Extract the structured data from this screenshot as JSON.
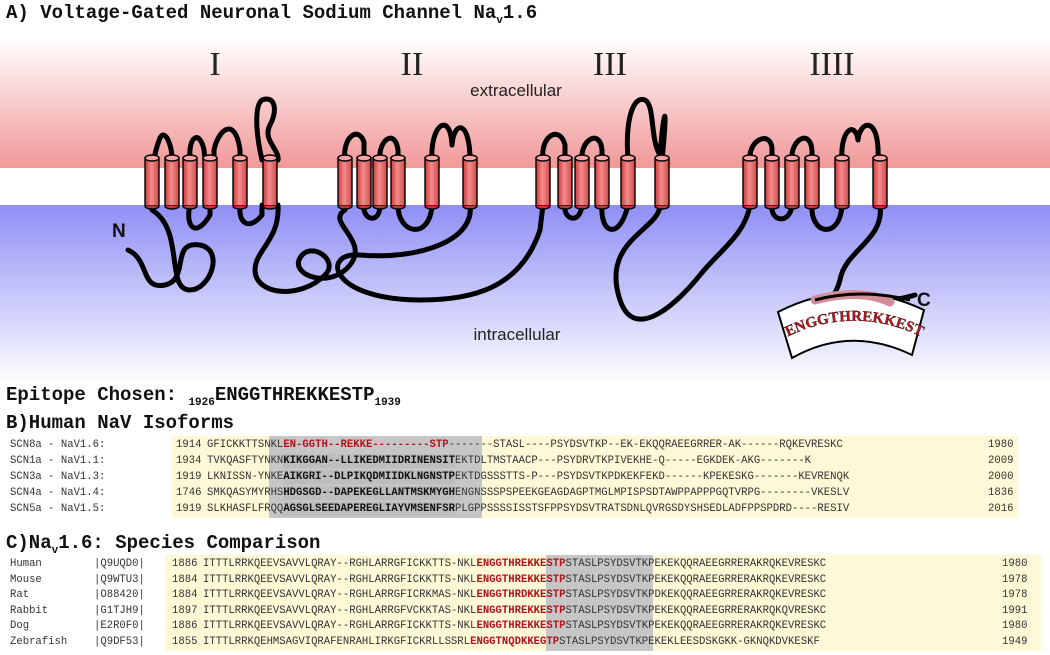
{
  "title_a": "A) Voltage-Gated Neuronal Sodium Channel Na",
  "title_a_sub": "v",
  "title_a_tail": "1.6",
  "domains": [
    "I",
    "II",
    "III",
    "IIII"
  ],
  "labels": {
    "extracellular": "extracellular",
    "intracellular": "intracellular",
    "n_term": "N",
    "c_term": "C",
    "epitope_arc": "ENGGTHREKKESTP"
  },
  "epitope": {
    "prefix": "Epitope Chosen:",
    "start": "1926",
    "seq": "ENGGTHREKKESTP",
    "end": "1939"
  },
  "title_b": "B)Human NaV Isoforms",
  "isoforms": [
    {
      "label": "SCN8a - NaV1.6:",
      "start": "1914",
      "pre": "GFICKKTTSNKL",
      "mid": "EN-GGTH--REKKE---------STP",
      "post": "-------STASL----PSYDSVTKP--EK-EKQQRAEEGRRER-AK------RQKEVRESKC",
      "end": "1980"
    },
    {
      "label": "SCN1a - NaV1.1:",
      "start": "1934",
      "pre": "TVKQASFTYNKN",
      "mid": "KIKGGAN--LLIKEDMIIDRINENSIT",
      "post": "EKTDLTMSTAACP---PSYDRVTKPIVEKHE-Q-----EGKDEK-AKG-------K",
      "end": "2009"
    },
    {
      "label": "SCN3a - NaV1.3:",
      "start": "1919",
      "pre": "LKNISSN-YNKE",
      "mid": "AIKGRI--DLPIKQDMIIDKLNGNSTP",
      "post": "EKTDGSSSTTS-P---PSYDSVTKPDKEKFEKD------KPEKESKG-------KEVRENQK",
      "end": "2000"
    },
    {
      "label": "SCN4a - NaV1.4:",
      "start": "1746",
      "pre": "SMKQASYMYRHS",
      "mid": "HDGSGD--DAPEKEGLLANTMSKMYGH",
      "post": "ENGNSSSPSPEEKGEAGDAGPTMGLMPISPSDTAWPPAPPPGQTVRPG--------VKESLV",
      "end": "1836"
    },
    {
      "label": "SCN5a - NaV1.5:",
      "start": "1919",
      "pre": "SLKHASFLFRQQ",
      "mid": "AGSGLSEEDAPEREGLIAYVMSENFSR",
      "post": "PLGPPSSSSISSTSFPPSYDSVTRATSDNLQVRGSDYSHSEDLADFPPSPDRD----RESIV",
      "end": "2016"
    }
  ],
  "title_c": "C)Na",
  "title_c_sub": "v",
  "title_c_tail": "1.6: Species Comparison",
  "species": [
    {
      "name": "Human",
      "acc": "|Q9UQD0|",
      "start": "1886",
      "pre": "ITTTLRRKQEEVSAVVLQRAY--RGHLARRGFICKKTTS-NKL",
      "mid": "ENGGTHREKKESTP",
      "post": "STASLPSYDSVTKPEKEKQQRAEEGRRERAKRQKEVRESKC",
      "end": "1980"
    },
    {
      "name": "Mouse",
      "acc": "|Q9WTU3|",
      "start": "1884",
      "pre": "ITTTLRRKQEEVSAVVLQRAY--RGHLARRGFICKKTTS-NKL",
      "mid": "ENGGTHREKKESTP",
      "post": "STASLPSYDSVTKPEKEKQQRAEEGRRERAKRQKEVRESKC",
      "end": "1978"
    },
    {
      "name": "Rat",
      "acc": "|O88420|",
      "start": "1884",
      "pre": "ITTTLRRKQEEVSAVVLQRAY--RGHLARRGFICRKMAS-NKL",
      "mid": "ENGGTHRDKKESTP",
      "post": "STASLPSYDSVTKPDKEKQQRAEEGRRERAKRQKEVRESKC",
      "end": "1978"
    },
    {
      "name": "Rabbit",
      "acc": "|G1TJH9|",
      "start": "1897",
      "pre": "ITTTLRRKQEEVSAVVLQRAY--RGHLARRGFVCKKTAS-NKL",
      "mid": "ENGGTHREKKESTP",
      "post": "STASLPSYDSVTKPEKEKQQRAEEGRRERAKRQKQVRESKC",
      "end": "1991"
    },
    {
      "name": "Dog",
      "acc": "|E2R0F0|",
      "start": "1886",
      "pre": "ITTTLRRKQEEVSAVVLQRAY--RGHLARRGFICKKTTS-NKL",
      "mid": "ENGGTHREKKESTP",
      "post": "STASLPSYDSVTKPEKEKQQRAEEGRRERAKRQKEVRESKC",
      "end": "1980"
    },
    {
      "name": "Zebrafish",
      "acc": "|Q9DF53|",
      "start": "1855",
      "pre": "ITTTLRRKQEHMSAGVIQRAFENRAHLIRKGFICKRLLSSRL",
      "mid": "ENGGTNQDKKEGTP",
      "post": "STASLPSYDSVTKPEKEKLEESDSKGKK-GKNQKDVKESKF",
      "end": "1949"
    }
  ]
}
